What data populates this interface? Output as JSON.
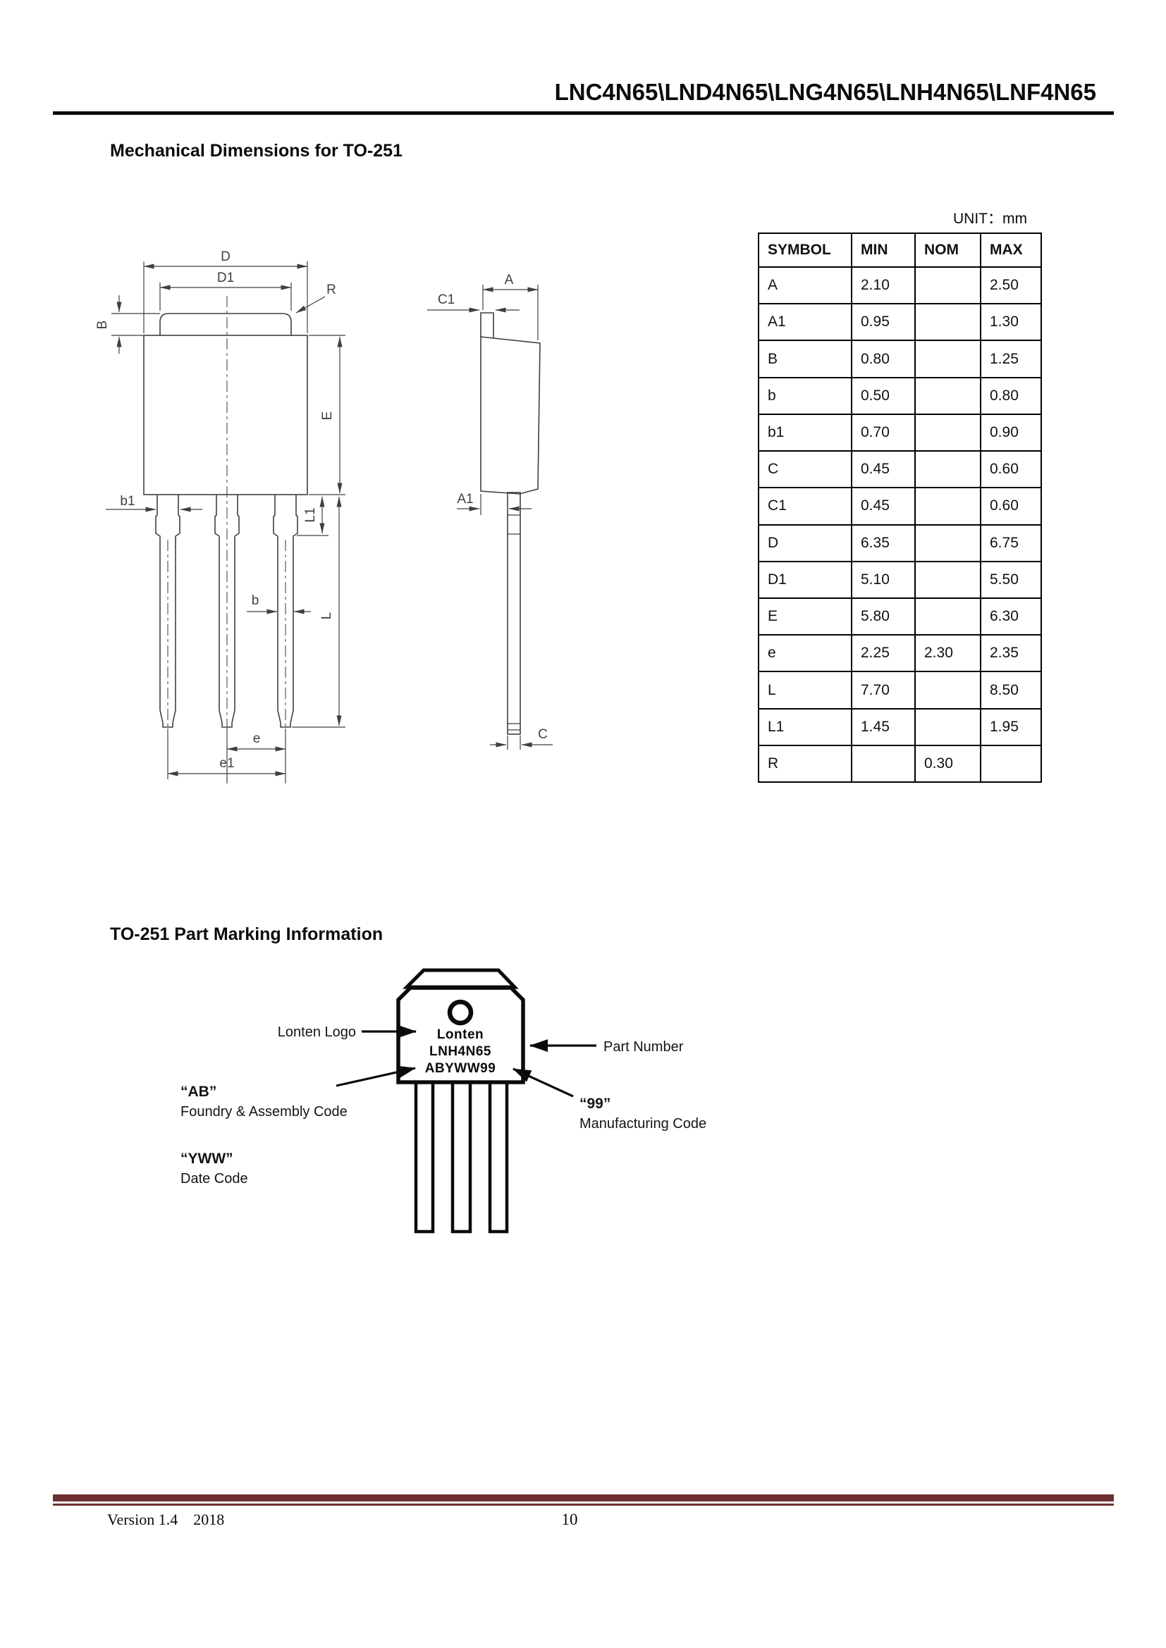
{
  "header": {
    "part_numbers": "LNC4N65\\LND4N65\\LNG4N65\\LNH4N65\\LNF4N65"
  },
  "sections": {
    "mechanical_title": "Mechanical Dimensions for TO-251",
    "marking_title": "TO-251 Part Marking Information"
  },
  "dimension_table": {
    "unit_label": "UNIT：mm",
    "columns": [
      "SYMBOL",
      "MIN",
      "NOM",
      "MAX"
    ],
    "rows": [
      {
        "symbol": "A",
        "min": "2.10",
        "nom": "",
        "max": "2.50"
      },
      {
        "symbol": "A1",
        "min": "0.95",
        "nom": "",
        "max": "1.30"
      },
      {
        "symbol": "B",
        "min": "0.80",
        "nom": "",
        "max": "1.25"
      },
      {
        "symbol": "b",
        "min": "0.50",
        "nom": "",
        "max": "0.80"
      },
      {
        "symbol": "b1",
        "min": "0.70",
        "nom": "",
        "max": "0.90"
      },
      {
        "symbol": "C",
        "min": "0.45",
        "nom": "",
        "max": "0.60"
      },
      {
        "symbol": "C1",
        "min": "0.45",
        "nom": "",
        "max": "0.60"
      },
      {
        "symbol": "D",
        "min": "6.35",
        "nom": "",
        "max": "6.75"
      },
      {
        "symbol": "D1",
        "min": "5.10",
        "nom": "",
        "max": "5.50"
      },
      {
        "symbol": "E",
        "min": "5.80",
        "nom": "",
        "max": "6.30"
      },
      {
        "symbol": "e",
        "min": "2.25",
        "nom": "2.30",
        "max": "2.35"
      },
      {
        "symbol": "L",
        "min": "7.70",
        "nom": "",
        "max": "8.50"
      },
      {
        "symbol": "L1",
        "min": "1.45",
        "nom": "",
        "max": "1.95"
      },
      {
        "symbol": "R",
        "min": "",
        "nom": "0.30",
        "max": ""
      }
    ]
  },
  "front_view": {
    "labels": {
      "D": "D",
      "D1": "D1",
      "R": "R",
      "B": "B",
      "E": "E",
      "b1": "b1",
      "L1": "L1",
      "b": "b",
      "L": "L",
      "e": "e",
      "e1": "e1"
    }
  },
  "side_view": {
    "labels": {
      "A": "A",
      "C1": "C1",
      "A1": "A1",
      "C": "C"
    }
  },
  "marking": {
    "package_lines": [
      "Lonten",
      "LNH4N65",
      "ABYWW99"
    ],
    "callouts": {
      "logo_label": "Lonten Logo",
      "part_number_label": "Part Number",
      "foundry_code": "“AB”",
      "foundry_desc": "Foundry & Assembly Code",
      "mfg_code": "“99”",
      "mfg_desc": "Manufacturing Code",
      "date_code": "“YWW”",
      "date_desc": "Date Code"
    }
  },
  "footer": {
    "version_text": "Version 1.4    2018",
    "page_number": "10",
    "rule_color": "#702f30"
  }
}
